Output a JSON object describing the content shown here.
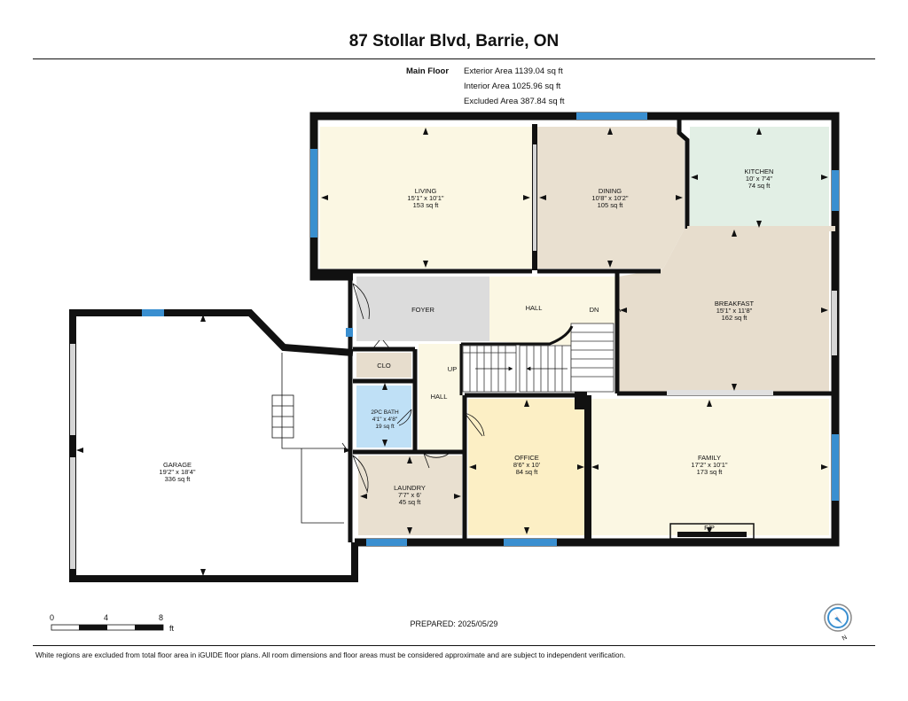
{
  "header": {
    "title": "87 Stollar Blvd, Barrie, ON"
  },
  "areas": {
    "floor": "Main Floor",
    "exterior": "Exterior Area 1139.04 sq ft",
    "interior": "Interior Area 1025.96 sq ft",
    "excluded": "Excluded Area 387.84 sq ft"
  },
  "rooms": {
    "living": {
      "name": "LIVING",
      "dims": "15'1\" x 10'1\"",
      "area": "153 sq ft"
    },
    "dining": {
      "name": "DINING",
      "dims": "10'8\" x 10'2\"",
      "area": "105 sq ft"
    },
    "kitchen": {
      "name": "KITCHEN",
      "dims": "10' x 7'4\"",
      "area": "74 sq ft"
    },
    "breakfast": {
      "name": "BREAKFAST",
      "dims": "15'1\" x 11'8\"",
      "area": "162 sq ft"
    },
    "foyer": {
      "name": "FOYER"
    },
    "hall_upper": {
      "name": "HALL"
    },
    "dn": {
      "name": "DN"
    },
    "up": {
      "name": "UP"
    },
    "clo": {
      "name": "CLO"
    },
    "hall_lower": {
      "name": "HALL"
    },
    "bath": {
      "name": "2PC BATH",
      "dims": "4'1\" x 4'8\"",
      "area": "19 sq ft"
    },
    "garage": {
      "name": "GARAGE",
      "dims": "19'2\" x 18'4\"",
      "area": "336 sq ft"
    },
    "laundry": {
      "name": "LAUNDRY",
      "dims": "7'7\" x 6'",
      "area": "45 sq ft"
    },
    "office": {
      "name": "OFFICE",
      "dims": "8'6\" x 10'",
      "area": "84 sq ft"
    },
    "family": {
      "name": "FAMILY",
      "dims": "17'2\" x 10'1\"",
      "area": "173 sq ft"
    },
    "fp": {
      "name": "F/P"
    }
  },
  "scale": {
    "labels": [
      "0",
      "4",
      "8"
    ],
    "unit": "ft"
  },
  "compass": {
    "north": "N"
  },
  "prepared": "PREPARED: 2025/05/29",
  "footer": "White regions are excluded from total floor area in iGUIDE floor plans. All room dimensions and floor areas must be considered approximate and are subject to independent verification.",
  "colors": {
    "wall": "#111111",
    "window": "#3a8fd0",
    "living": "#fbf7e3",
    "dining": "#e9e0d0",
    "kitchen": "#e2efe5",
    "breakfast": "#e7ddcd",
    "foyer": "#dcdcdc",
    "hall": "#fbf7e3",
    "clo": "#e7ddcd",
    "bath": "#bfe0f6",
    "laundry": "#e9e0d0",
    "office": "#fcefc5",
    "family": "#fbf7e3",
    "garage": "#ffffff"
  }
}
